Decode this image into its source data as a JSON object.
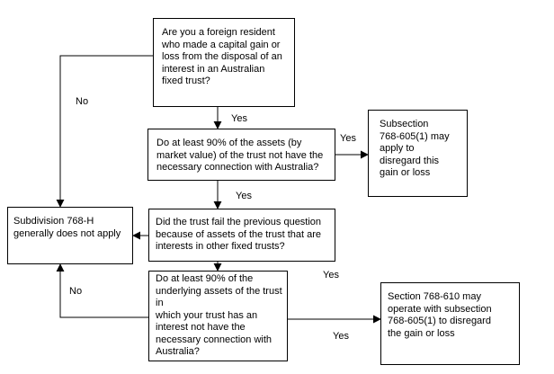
{
  "nodes": {
    "q1": "Are you a foreign resident\nwho made a capital gain or\nloss from the disposal of an\ninterest in an Australian\nfixed trust?",
    "q2": "Do at least 90% of the assets (by\nmarket value) of the trust not have the\nnecessary connection with Australia?",
    "r1": "Subsection\n768-605(1) may\napply to\ndisregard this\ngain or loss",
    "sub": "Subdivision 768-H\ngenerally does not apply",
    "q3": "Did the trust fail the previous question\nbecause of assets of the trust that are\ninterests in other fixed trusts?",
    "q4": "Do at least 90% of the\nunderlying assets of the trust in\nwhich your trust has an\ninterest not have the\nnecessary connection with\nAustralia?",
    "r2": "Section 768-610 may\noperate with subsection\n768-605(1) to disregard\nthe gain or loss"
  },
  "edge_labels": {
    "q1_yes": "Yes",
    "q1_no": "No",
    "q2_yes_down": "Yes",
    "q2_yes_right": "Yes",
    "q3_yes": "Yes",
    "q4_no": "No",
    "q4_yes": "Yes"
  }
}
